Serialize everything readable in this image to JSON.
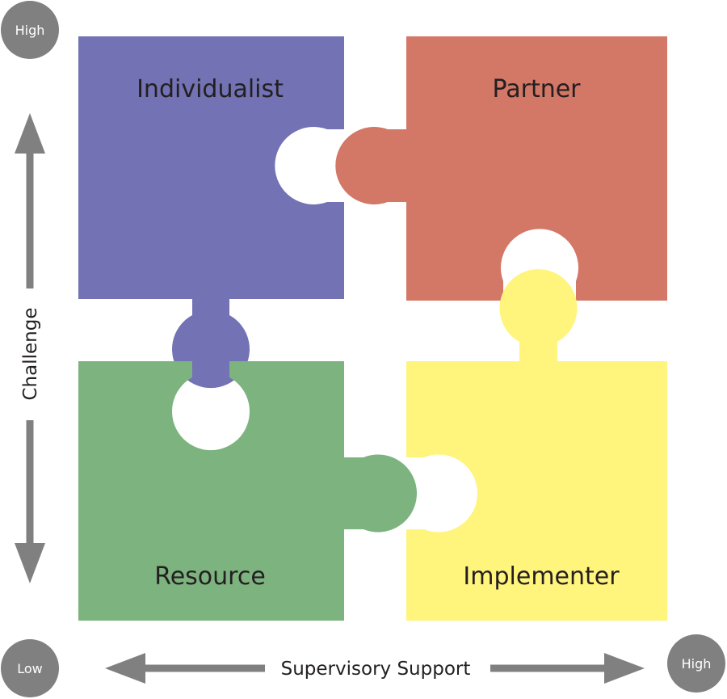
{
  "quadrants": {
    "top_left": {
      "label": "Individualist",
      "color": "#7272b4"
    },
    "top_right": {
      "label": "Partner",
      "color": "#d37766"
    },
    "bottom_left": {
      "label": "Resource",
      "color": "#7db37f"
    },
    "bottom_right": {
      "label": "Implementer",
      "color": "#fff47c"
    }
  },
  "axes": {
    "vertical": {
      "label": "Challenge"
    },
    "horizontal": {
      "label": "Supervisory Support"
    },
    "arrow_color": "#808080"
  },
  "corners": {
    "top_left": "High",
    "bottom_left": "Low",
    "bottom_right": "High",
    "color": "#808080"
  }
}
